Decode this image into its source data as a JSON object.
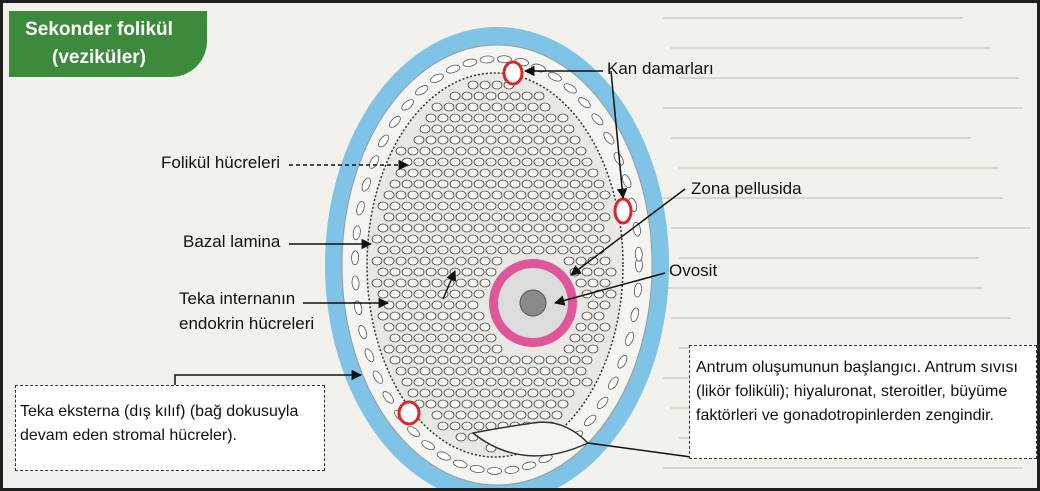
{
  "title": {
    "line1": "Sekonder folikül",
    "line2": "(veziküler)"
  },
  "labels": {
    "kan_damarlari": "Kan damarları",
    "folikul_hucreleri": "Folikül hücreleri",
    "zona_pellusida": "Zona pellusida",
    "bazal_lamina": "Bazal lamina",
    "teka_internanin_1": "Teka internanın",
    "teka_internanin_2": "endokrin hücreleri",
    "ovosit": "Ovosit"
  },
  "antrum_box": {
    "line1": "Antrum oluşumunun başlangıcı. Antrum sıvısı",
    "line2": "(likör foliküli); hiyaluronat, steroitler, büyüme",
    "line3": "faktörleri ve gonadotropinlerden zengindir."
  },
  "teka_eksterna_box": {
    "line1": "Teka eksterna (dış kılıf) (bağ dokusuyla",
    "line2": "devam eden stromal hücreler)."
  },
  "colors": {
    "title_bg": "#3d8a3d",
    "outer_layer": "#7fc3e6",
    "zona_ring": "#e0569a",
    "vessel": "#d8282e"
  }
}
